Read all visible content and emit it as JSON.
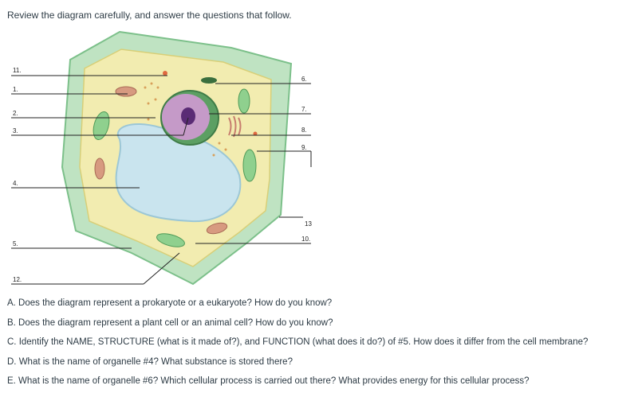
{
  "instructions": "Review the diagram carefully, and answer the questions that follow.",
  "diagram": {
    "labels_left": [
      "11.",
      "1.",
      "2.",
      "3.",
      "4.",
      "5.",
      "12."
    ],
    "labels_right": [
      "6.",
      "7.",
      "8.",
      "9.",
      "13",
      "10."
    ]
  },
  "questions": [
    "A. Does the diagram represent a prokaryote or a eukaryote? How do you know?",
    "B. Does the diagram represent a plant cell or an animal cell? How do you know?",
    "C. Identify the NAME, STRUCTURE (what is it made of?), and FUNCTION (what does it do?) of #5. How does it differ from the cell membrane?",
    "D. What is the name of organelle #4? What substance is stored there?",
    "E. What is the name of organelle #6? Which cellular process is carried out there? What provides energy for this cellular process?"
  ]
}
